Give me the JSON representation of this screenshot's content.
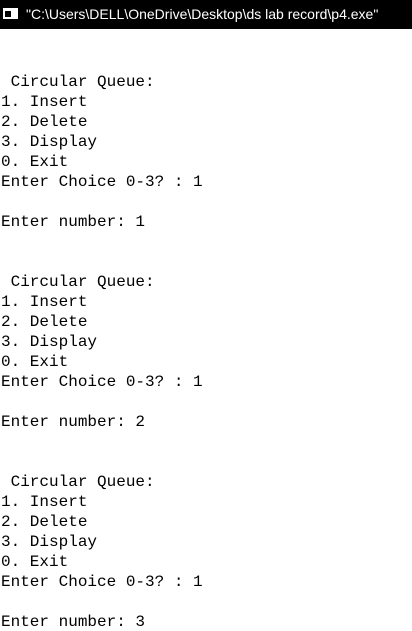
{
  "window": {
    "title": "\"C:\\Users\\DELL\\OneDrive\\Desktop\\ds lab record\\p4.exe\""
  },
  "console": {
    "lines": [
      "",
      "",
      " Circular Queue:",
      "1. Insert",
      "2. Delete",
      "3. Display",
      "0. Exit",
      "Enter Choice 0-3? : 1",
      "",
      "Enter number: 1",
      "",
      "",
      " Circular Queue:",
      "1. Insert",
      "2. Delete",
      "3. Display",
      "0. Exit",
      "Enter Choice 0-3? : 1",
      "",
      "Enter number: 2",
      "",
      "",
      " Circular Queue:",
      "1. Insert",
      "2. Delete",
      "3. Display",
      "0. Exit",
      "Enter Choice 0-3? : 1",
      "",
      "Enter number: 3"
    ]
  }
}
